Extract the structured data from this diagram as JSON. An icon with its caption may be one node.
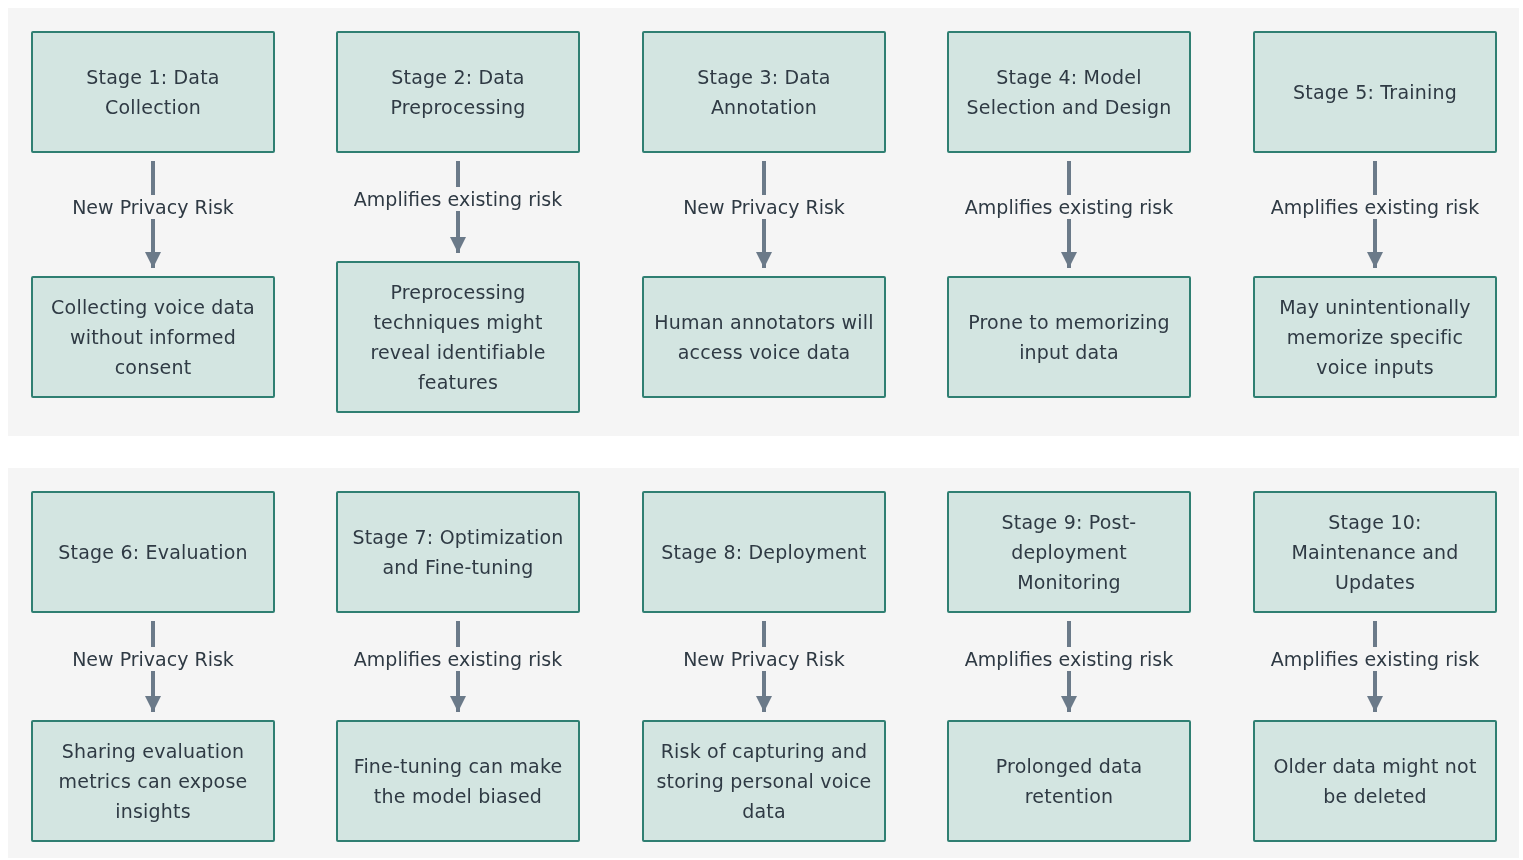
{
  "diagram": {
    "nodes": [
      {
        "text": [
          "Stage 1: Data Collection"
        ]
      },
      {
        "text": [
          "Stage 2: Data Preprocessing"
        ]
      },
      {
        "text": [
          "Stage 3: Data Annotation"
        ]
      },
      {
        "text": [
          "Stage 4: Model Selection and Design"
        ]
      },
      {
        "text": [
          "Stage 5: Training"
        ]
      },
      {
        "text": [
          "Collecting voice data without informed consent"
        ]
      },
      {
        "text": [
          "Preprocessing techniques might reveal identifiable features"
        ]
      },
      {
        "text": [
          "Human annotators will access voice data"
        ]
      },
      {
        "text": [
          "Prone to memorizing input data"
        ]
      },
      {
        "text": [
          "May unintentionally memorize specific voice inputs"
        ]
      },
      {
        "text": [
          "Stage 6: Evaluation"
        ]
      },
      {
        "text": [
          "Stage 7: Optimization and Fine-tuning"
        ]
      },
      {
        "text": [
          "Stage 8: Deployment"
        ]
      },
      {
        "text": [
          "Stage 9: Post-deployment Monitoring"
        ]
      },
      {
        "text": [
          "Stage 10: Maintenance and Updates"
        ]
      },
      {
        "text": [
          "Sharing evaluation metrics can expose insights"
        ]
      },
      {
        "text": [
          "Fine-tuning can make the model biased"
        ]
      },
      {
        "text": [
          "Risk of capturing and storing personal voice data"
        ]
      },
      {
        "text": [
          "Prolonged data retention"
        ]
      },
      {
        "text": [
          "Older data might not be deleted"
        ]
      }
    ],
    "edges": [
      {
        "from": 0,
        "to": 5,
        "arrow": "to",
        "label": "New Privacy Risk"
      },
      {
        "from": 1,
        "to": 6,
        "arrow": "to",
        "label": "Amplifies existing risk"
      },
      {
        "from": 2,
        "to": 7,
        "arrow": "to",
        "label": "New Privacy Risk"
      },
      {
        "from": 3,
        "to": 8,
        "arrow": "to",
        "label": "Amplifies existing risk"
      },
      {
        "from": 4,
        "to": 9,
        "arrow": "to",
        "label": "Amplifies existing risk"
      },
      {
        "from": 10,
        "to": 15,
        "arrow": "to",
        "label": "New Privacy Risk"
      },
      {
        "from": 11,
        "to": 16,
        "arrow": "to",
        "label": "Amplifies existing risk"
      },
      {
        "from": 12,
        "to": 17,
        "arrow": "to",
        "label": "New Privacy Risk"
      },
      {
        "from": 13,
        "to": 18,
        "arrow": "to",
        "label": "Amplifies existing risk"
      },
      {
        "from": 14,
        "to": 19,
        "arrow": "to",
        "label": "Amplifies existing risk"
      }
    ]
  }
}
